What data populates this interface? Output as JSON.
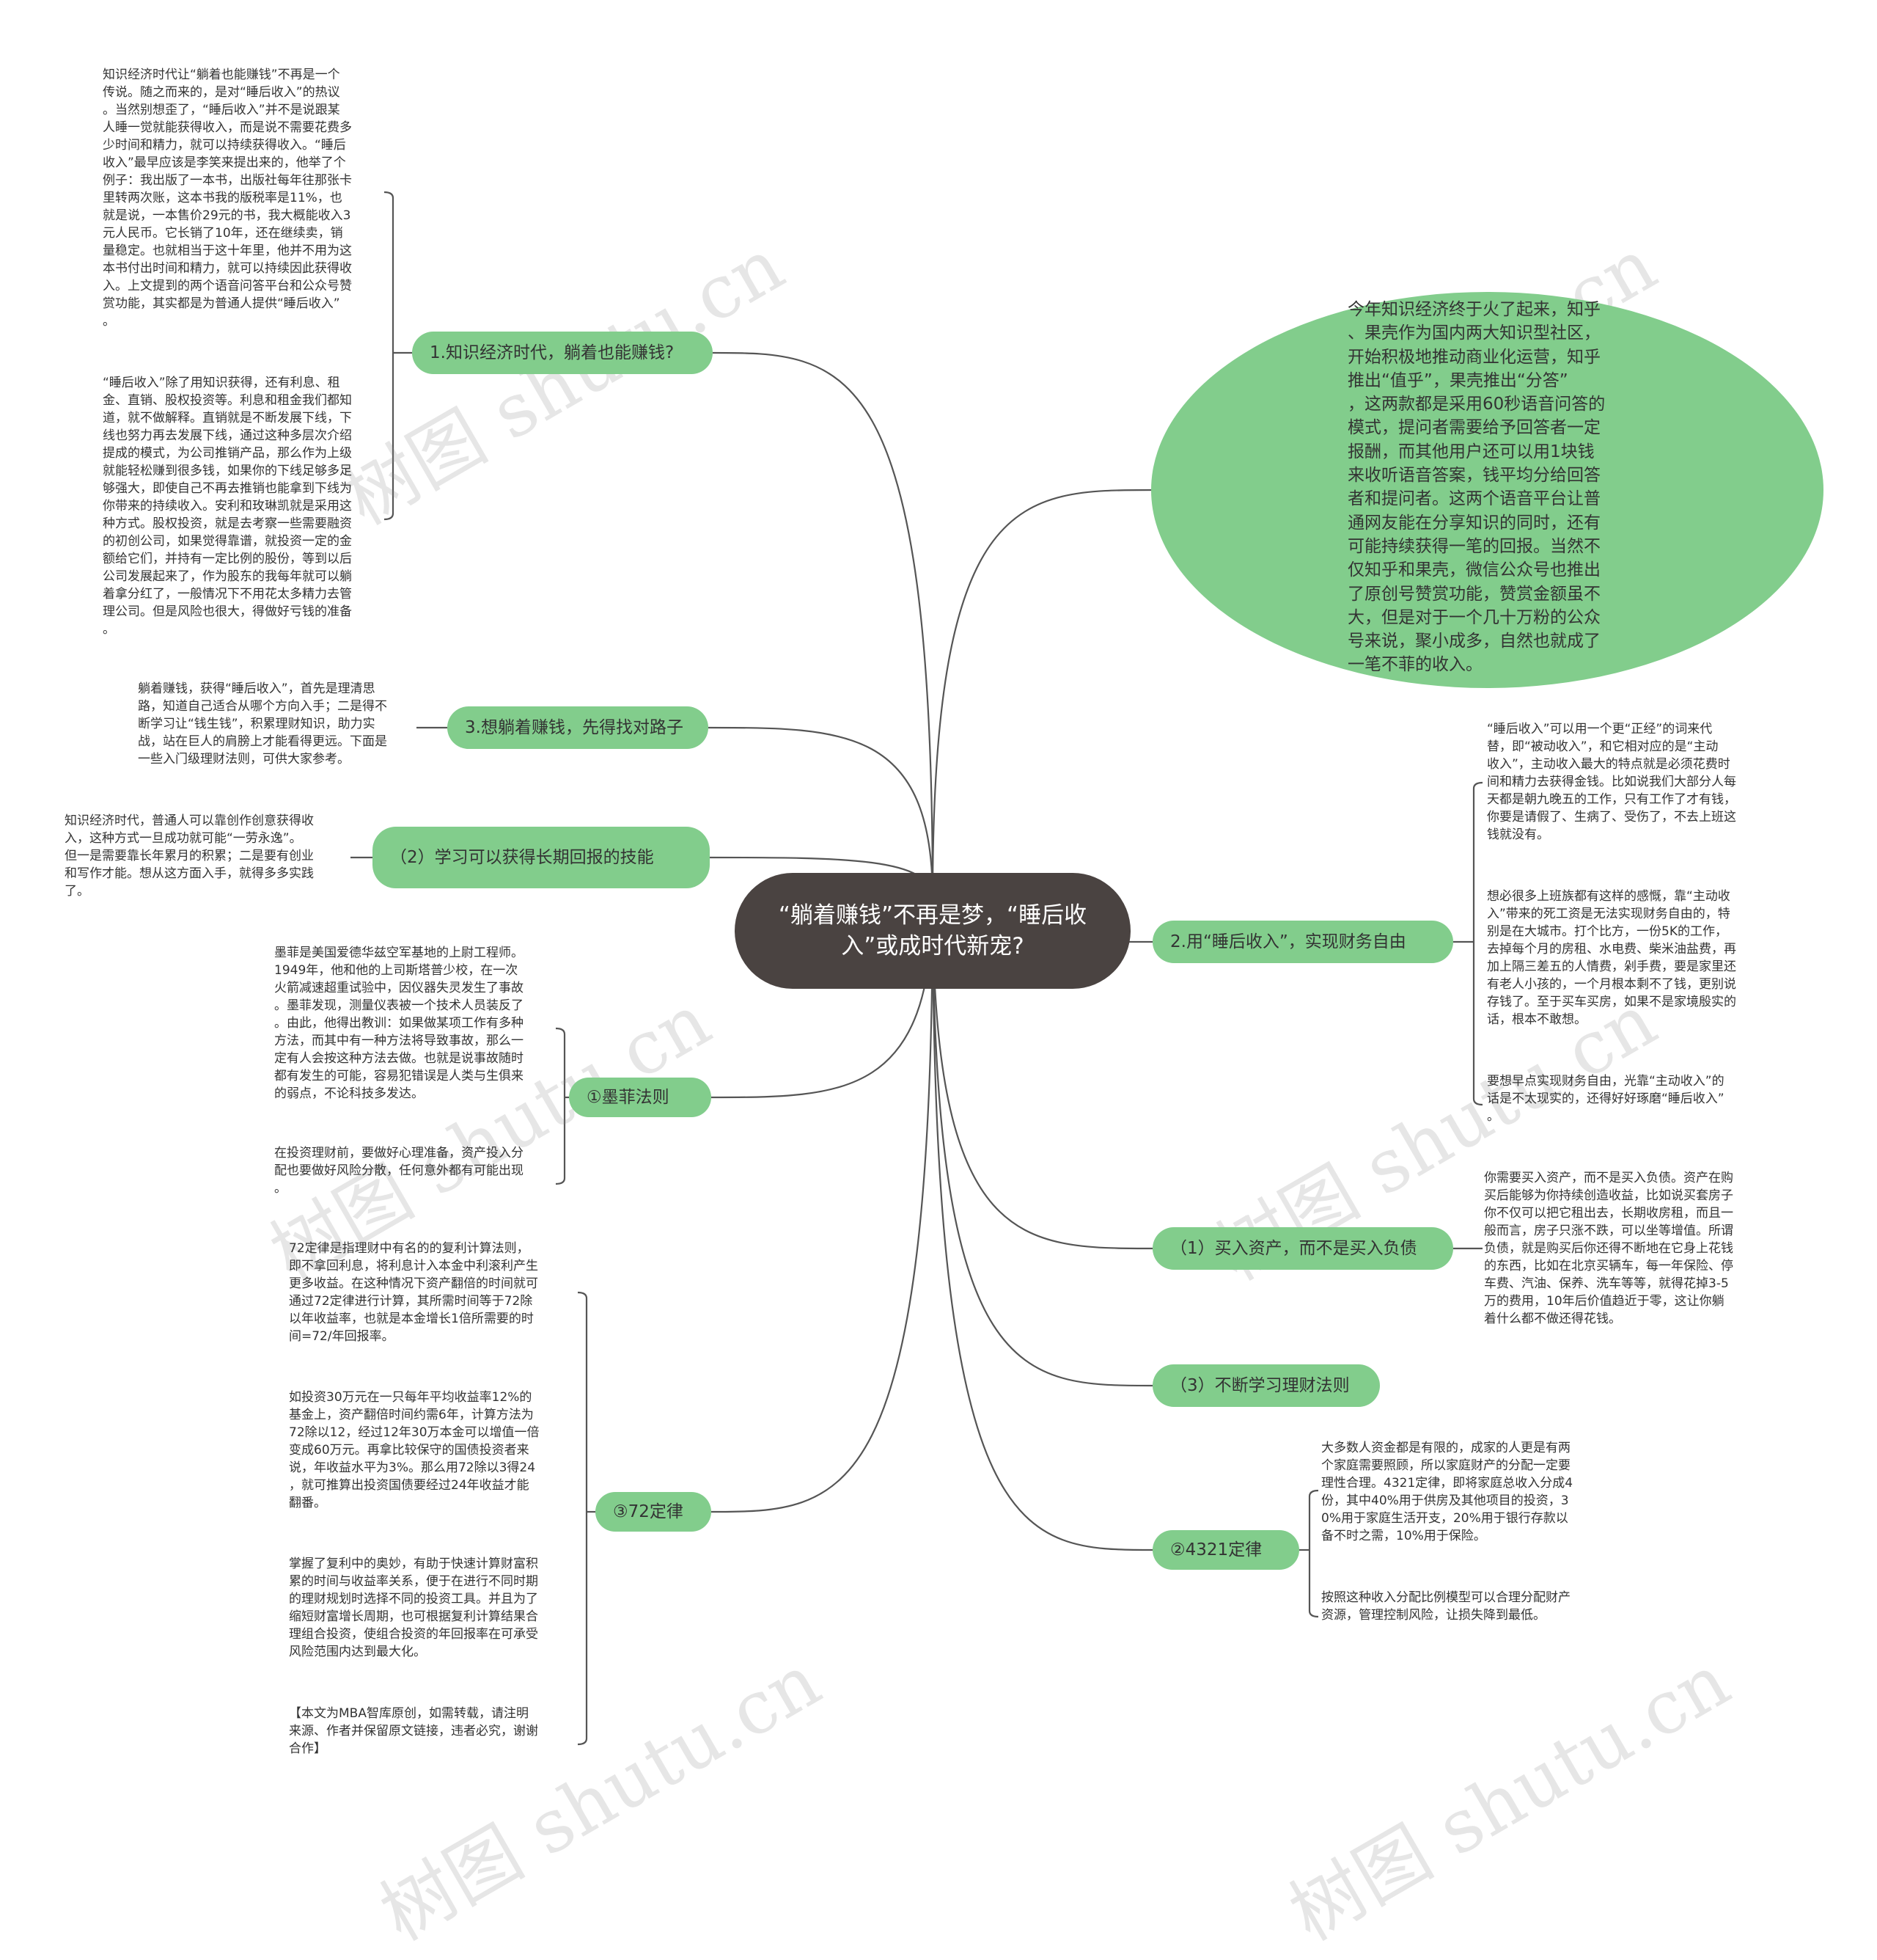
{
  "root": {
    "text": "“躺着赚钱”不再是梦，“睡后收入”或成时代新宠?"
  },
  "accent_colors": {
    "branch": "#82cd8c",
    "root": "#4a4341",
    "line": "#555555",
    "text": "#333333"
  },
  "watermark": "树图 shutu.cn",
  "branches": {
    "b1": {
      "label": "1.知识经济时代，躺着也能赚钱?"
    },
    "b3": {
      "label": "3.想躺着赚钱，先得找对路子"
    },
    "b_lt2": {
      "label": "（2）学习可以获得长期回报的技能"
    },
    "murphy": {
      "label": "①墨菲法则"
    },
    "rule72": {
      "label": "③72定律"
    },
    "b2": {
      "label": "2.用“睡后收入”，实现财务自由"
    },
    "r1": {
      "label": "（1）买入资产，而不是买入负债"
    },
    "r3": {
      "label": "（3）不断学习理财法则"
    },
    "rule4321": {
      "label": "②4321定律"
    }
  },
  "bubble": {
    "text": "今年知识经济终于火了起来，知乎\n、果壳作为国内两大知识型社区，\n开始积极地推动商业化运营，知乎\n推出“值乎”，果壳推出“分答”\n，这两款都是采用60秒语音问答的\n模式，提问者需要给予回答者一定\n报酬，而其他用户还可以用1块钱\n来收听语音答案，钱平均分给回答\n者和提问者。这两个语音平台让普\n通网友能在分享知识的同时，还有\n可能持续获得一笔的回报。当然不\n仅知乎和果壳，微信公众号也推出\n了原创号赞赏功能，赞赏金额虽不\n大，但是对于一个几十万粉的公众\n号来说，聚小成多，自然也就成了\n一笔不菲的收入。"
  },
  "leaves": {
    "b1_1": "知识经济时代让“躺着也能赚钱”不再是一个\n传说。随之而来的，是对“睡后收入”的热议\n。当然别想歪了，“睡后收入”并不是说跟某\n人睡一觉就能获得收入，而是说不需要花费多\n少时间和精力，就可以持续获得收入。“睡后\n收入”最早应该是李笑来提出来的，他举了个\n例子：我出版了一本书，出版社每年往那张卡\n里转两次账，这本书我的版税率是11%，也\n就是说，一本售价29元的书，我大概能收入3\n元人民币。它长销了10年，还在继续卖，销\n量稳定。也就相当于这十年里，他并不用为这\n本书付出时间和精力，就可以持续因此获得收\n入。上文提到的两个语音问答平台和公众号赞\n赏功能，其实都是为普通人提供“睡后收入”\n。",
    "b1_2": "“睡后收入”除了用知识获得，还有利息、租\n金、直销、股权投资等。利息和租金我们都知\n道，就不做解释。直销就是不断发展下线，下\n线也努力再去发展下线，通过这种多层次介绍\n提成的模式，为公司推销产品，那么作为上级\n就能轻松赚到很多钱，如果你的下线足够多足\n够强大，即使自己不再去推销也能拿到下线为\n你带来的持续收入。安利和玫琳凯就是采用这\n种方式。股权投资，就是去考察一些需要融资\n的初创公司，如果觉得靠谱，就投资一定的金\n额给它们，并持有一定比例的股份，等到以后\n公司发展起来了，作为股东的我每年就可以躺\n着拿分红了，一般情况下不用花太多精力去管\n理公司。但是风险也很大，得做好亏钱的准备\n。",
    "b3_1": "躺着赚钱，获得“睡后收入”，首先是理清思\n路，知道自己适合从哪个方向入手；二是得不\n断学习让“钱生钱”，积累理财知识，助力实\n战，站在巨人的肩膀上才能看得更远。下面是\n一些入门级理财法则，可供大家参考。",
    "lt2_1": "知识经济时代，普通人可以靠创作创意获得收\n入，这种方式一旦成功就可能“一劳永逸”。\n但一是需要靠长年累月的积累；二是要有创业\n和写作才能。想从这方面入手，就得多多实践\n了。",
    "murphy_1": "墨菲是美国爱德华兹空军基地的上尉工程师。\n1949年，他和他的上司斯塔普少校，在一次\n火箭减速超重试验中，因仪器失灵发生了事故\n。墨菲发现，测量仪表被一个技术人员装反了\n。由此，他得出教训：如果做某项工作有多种\n方法，而其中有一种方法将导致事故，那么一\n定有人会按这种方法去做。也就是说事故随时\n都有发生的可能，容易犯错误是人类与生俱来\n的弱点，不论科技多发达。",
    "murphy_2": "在投资理财前，要做好心理准备，资产投入分\n配也要做好风险分散，任何意外都有可能出现\n。",
    "r72_1": "72定律是指理财中有名的的复利计算法则，\n即不拿回利息，将利息计入本金中利滚利产生\n更多收益。在这种情况下资产翻倍的时间就可\n通过72定律进行计算，其所需时间等于72除\n以年收益率，也就是本金增长1倍所需要的时\n间=72/年回报率。",
    "r72_2": "如投资30万元在一只每年平均收益率12%的\n基金上，资产翻倍时间约需6年，计算方法为\n72除以12，经过12年30万本金可以增值一倍\n变成60万元。再拿比较保守的国债投资者来\n说，年收益水平为3%。那么用72除以3得24\n，就可推算出投资国债要经过24年收益才能\n翻番。",
    "r72_3": "掌握了复利中的奥妙，有助于快速计算财富积\n累的时间与收益率关系，便于在进行不同时期\n的理财规划时选择不同的投资工具。并且为了\n缩短财富增长周期，也可根据复利计算结果合\n理组合投资，使组合投资的年回报率在可承受\n风险范围内达到最大化。",
    "r72_4": "【本文为MBA智库原创，如需转载，请注明\n来源、作者并保留原文链接，违者必究，谢谢\n合作】",
    "b2_1": "“睡后收入”可以用一个更“正经”的词来代\n替，即“被动收入”，和它相对应的是“主动\n收入”，主动收入最大的特点就是必须花费时\n间和精力去获得金钱。比如说我们大部分人每\n天都是朝九晚五的工作，只有工作了才有钱，\n你要是请假了、生病了、受伤了，不去上班这\n钱就没有。",
    "b2_2": "想必很多上班族都有这样的感慨，靠“主动收\n入”带来的死工资是无法实现财务自由的，特\n别是在大城市。打个比方，一份5K的工作，\n去掉每个月的房租、水电费、柴米油盐费，再\n加上隔三差五的人情费，剁手费，要是家里还\n有老人小孩的，一个月根本剩不了钱，更别说\n存钱了。至于买车买房，如果不是家境殷实的\n话，根本不敢想。",
    "b2_3": "要想早点实现财务自由，光靠“主动收入”的\n话是不太现实的，还得好好琢磨“睡后收入”\n。",
    "r1_1": "你需要买入资产，而不是买入负债。资产在购\n买后能够为你持续创造收益，比如说买套房子\n你不仅可以把它租出去，长期收房租，而且一\n般而言，房子只涨不跌，可以坐等增值。所谓\n负债，就是购买后你还得不断地在它身上花钱\n的东西，比如在北京买辆车，每一年保险、停\n车费、汽油、保养、洗车等等，就得花掉3-5\n万的费用，10年后价值趋近于零，这让你躺\n着什么都不做还得花钱。",
    "r4321_1": "大多数人资金都是有限的，成家的人更是有两\n个家庭需要照顾，所以家庭财产的分配一定要\n理性合理。4321定律，即将家庭总收入分成4\n份，其中40%用于供房及其他项目的投资，3\n0%用于家庭生活开支，20%用于银行存款以\n备不时之需，10%用于保险。",
    "r4321_2": "按照这种收入分配比例模型可以合理分配财产\n资源，管理控制风险，让损失降到最低。"
  }
}
